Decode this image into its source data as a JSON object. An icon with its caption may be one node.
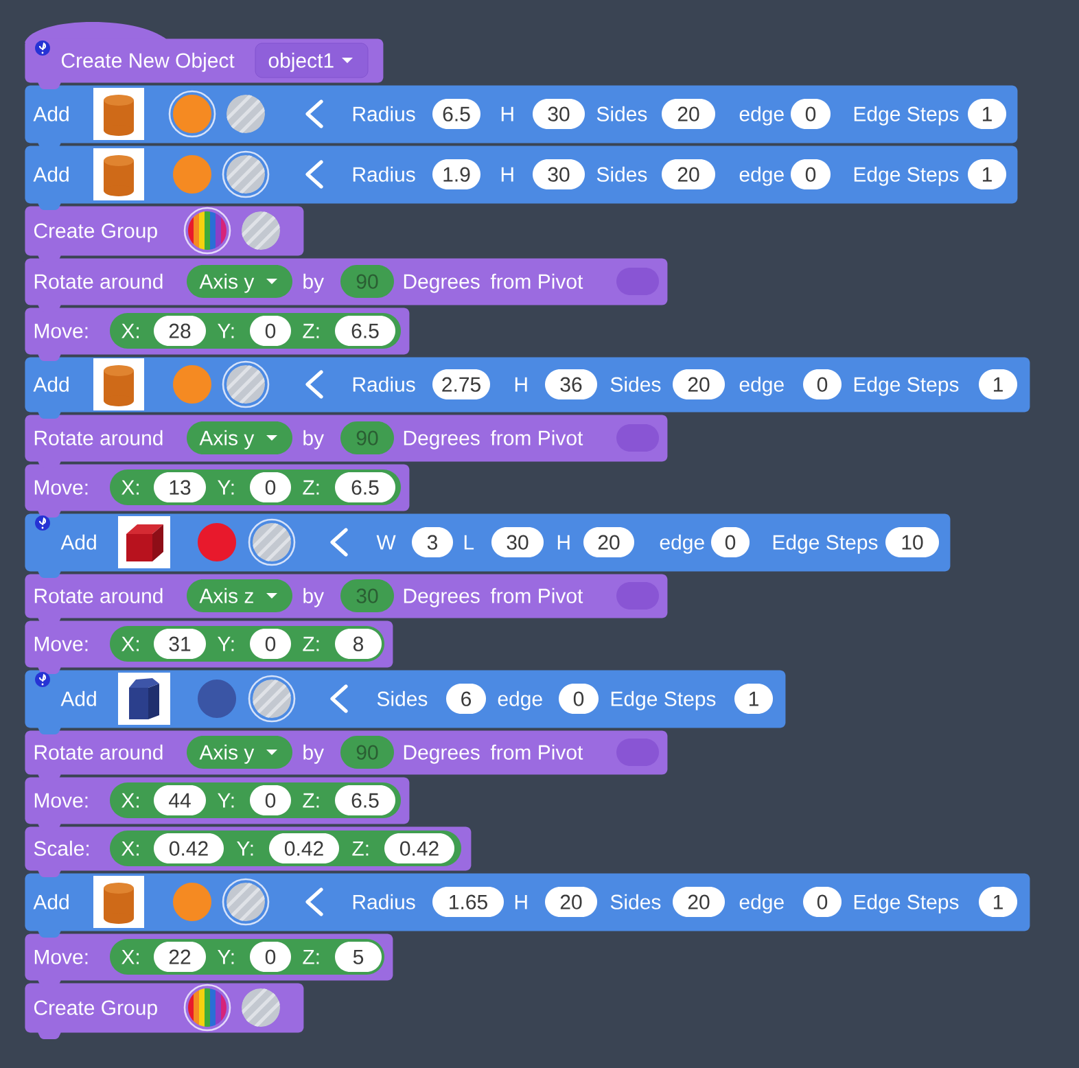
{
  "diagram": {
    "nodes": [
      {
        "text": [
          "Create New Object"
        ]
      },
      {
        "text": [
          "object1"
        ],
        "in": 0
      },
      {
        "text": [
          "Add",
          "Radius",
          "H",
          "Sides",
          "edge",
          "Edge Steps"
        ]
      },
      {
        "text": [
          "6.5"
        ],
        "in": 2
      },
      {
        "text": [
          "30"
        ],
        "in": 2
      },
      {
        "text": [
          "20"
        ],
        "in": 2
      },
      {
        "text": [
          "0"
        ],
        "in": 2
      },
      {
        "text": [
          "1"
        ],
        "in": 2
      },
      {
        "text": [
          "Add",
          "Radius",
          "H",
          "Sides",
          "edge",
          "Edge Steps"
        ]
      },
      {
        "text": [
          "1.9"
        ],
        "in": 8
      },
      {
        "text": [
          "30"
        ],
        "in": 8
      },
      {
        "text": [
          "20"
        ],
        "in": 8
      },
      {
        "text": [
          "0"
        ],
        "in": 8
      },
      {
        "text": [
          "1"
        ],
        "in": 8
      },
      {
        "text": [
          "Create Group"
        ]
      },
      {
        "text": [
          "Rotate around",
          "by",
          "Degrees",
          "from Pivot"
        ]
      },
      {
        "text": [
          "Axis y"
        ],
        "in": 15
      },
      {
        "text": [
          "90"
        ],
        "in": 15
      },
      {
        "text": [
          "Move:"
        ]
      },
      {
        "text": [
          "X:",
          "Y:",
          "Z:"
        ],
        "in": 18
      },
      {
        "text": [
          "28"
        ],
        "in": 19
      },
      {
        "text": [
          "0"
        ],
        "in": 19
      },
      {
        "text": [
          "6.5"
        ],
        "in": 19
      },
      {
        "text": [
          "Add",
          "Radius",
          "H",
          "Sides",
          "edge",
          "Edge Steps"
        ]
      },
      {
        "text": [
          "2.75"
        ],
        "in": 23
      },
      {
        "text": [
          "36"
        ],
        "in": 23
      },
      {
        "text": [
          "20"
        ],
        "in": 23
      },
      {
        "text": [
          "0"
        ],
        "in": 23
      },
      {
        "text": [
          "1"
        ],
        "in": 23
      },
      {
        "text": [
          "Rotate around",
          "by",
          "Degrees",
          "from Pivot"
        ]
      },
      {
        "text": [
          "Axis y"
        ],
        "in": 29
      },
      {
        "text": [
          "90"
        ],
        "in": 29
      },
      {
        "text": [
          "Move:"
        ]
      },
      {
        "text": [
          "X:",
          "Y:",
          "Z:"
        ],
        "in": 32
      },
      {
        "text": [
          "13"
        ],
        "in": 33
      },
      {
        "text": [
          "0"
        ],
        "in": 33
      },
      {
        "text": [
          "6.5"
        ],
        "in": 33
      },
      {
        "text": [
          "Add",
          "W",
          "L",
          "H",
          "edge",
          "Edge Steps"
        ]
      },
      {
        "text": [
          "3"
        ],
        "in": 37
      },
      {
        "text": [
          "30"
        ],
        "in": 37
      },
      {
        "text": [
          "20"
        ],
        "in": 37
      },
      {
        "text": [
          "0"
        ],
        "in": 37
      },
      {
        "text": [
          "10"
        ],
        "in": 37
      },
      {
        "text": [
          "Rotate around",
          "by",
          "Degrees",
          "from Pivot"
        ]
      },
      {
        "text": [
          "Axis z"
        ],
        "in": 43
      },
      {
        "text": [
          "30"
        ],
        "in": 43
      },
      {
        "text": [
          "Move:"
        ]
      },
      {
        "text": [
          "X:",
          "Y:",
          "Z:"
        ],
        "in": 46
      },
      {
        "text": [
          "31"
        ],
        "in": 47
      },
      {
        "text": [
          "0"
        ],
        "in": 47
      },
      {
        "text": [
          "8"
        ],
        "in": 47
      },
      {
        "text": [
          "Add",
          "Sides",
          "edge",
          "Edge Steps"
        ]
      },
      {
        "text": [
          "6"
        ],
        "in": 51
      },
      {
        "text": [
          "0"
        ],
        "in": 51
      },
      {
        "text": [
          "1"
        ],
        "in": 51
      },
      {
        "text": [
          "Rotate around",
          "by",
          "Degrees",
          "from Pivot"
        ]
      },
      {
        "text": [
          "Axis y"
        ],
        "in": 55
      },
      {
        "text": [
          "90"
        ],
        "in": 55
      },
      {
        "text": [
          "Move:"
        ]
      },
      {
        "text": [
          "X:",
          "Y:",
          "Z:"
        ],
        "in": 58
      },
      {
        "text": [
          "44"
        ],
        "in": 59
      },
      {
        "text": [
          "0"
        ],
        "in": 59
      },
      {
        "text": [
          "6.5"
        ],
        "in": 59
      },
      {
        "text": [
          "Scale:"
        ]
      },
      {
        "text": [
          "X:",
          "Y:",
          "Z:"
        ],
        "in": 63
      },
      {
        "text": [
          "0.42"
        ],
        "in": 64
      },
      {
        "text": [
          "0.42"
        ],
        "in": 64
      },
      {
        "text": [
          "0.42"
        ],
        "in": 64
      },
      {
        "text": [
          "Add",
          "Radius",
          "H",
          "Sides",
          "edge",
          "Edge Steps"
        ]
      },
      {
        "text": [
          "1.65"
        ],
        "in": 68
      },
      {
        "text": [
          "20"
        ],
        "in": 68
      },
      {
        "text": [
          "20"
        ],
        "in": 68
      },
      {
        "text": [
          "0"
        ],
        "in": 68
      },
      {
        "text": [
          "1"
        ],
        "in": 68
      },
      {
        "text": [
          "Move:"
        ]
      },
      {
        "text": [
          "X:",
          "Y:",
          "Z:"
        ],
        "in": 74
      },
      {
        "text": [
          "22"
        ],
        "in": 75
      },
      {
        "text": [
          "0"
        ],
        "in": 75
      },
      {
        "text": [
          "5"
        ],
        "in": 75
      },
      {
        "text": [
          "Create Group"
        ]
      }
    ]
  }
}
